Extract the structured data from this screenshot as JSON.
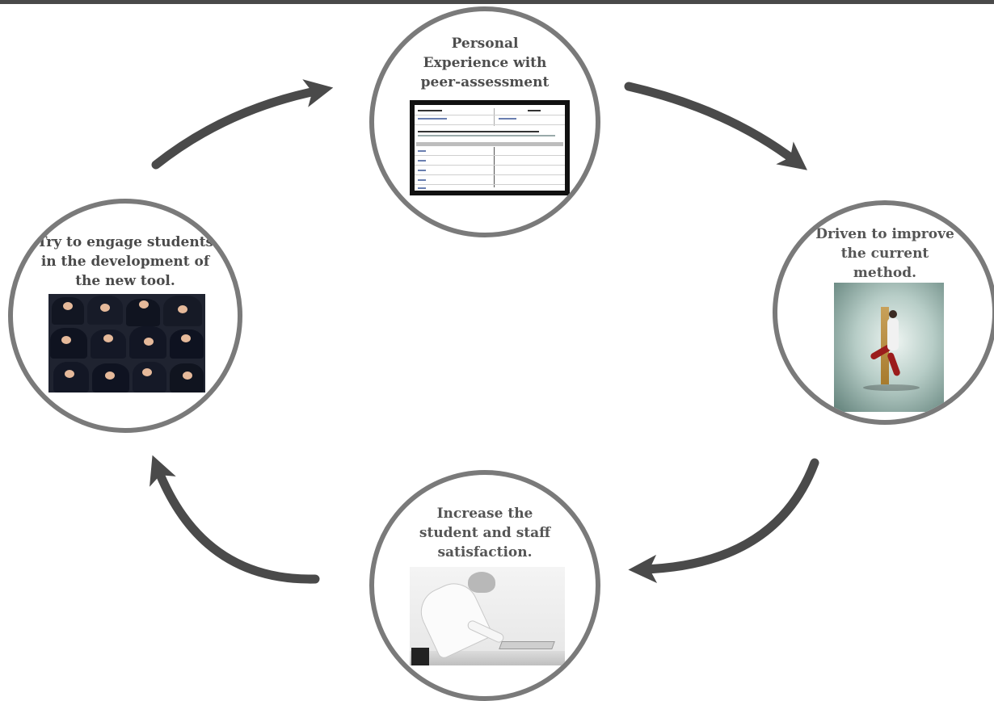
{
  "diagram": {
    "type": "cycle",
    "nodes": [
      {
        "id": "top",
        "label": "Personal\nExperience with\npeer-assessment",
        "image": "peer-assessment-form-screenshot"
      },
      {
        "id": "right",
        "label": "Driven to improve\nthe current\nmethod.",
        "image": "person-stepping-through-door"
      },
      {
        "id": "bottom",
        "label": "Increase the\nstudent and staff\nsatisfaction.",
        "image": "woman-working-on-laptop"
      },
      {
        "id": "left",
        "label": "Try to engage students\nin the development of\nthe new tool.",
        "image": "sleeping-students-in-lecture-hall"
      }
    ],
    "edges": [
      {
        "from": "top",
        "to": "right"
      },
      {
        "from": "right",
        "to": "bottom"
      },
      {
        "from": "bottom",
        "to": "left"
      },
      {
        "from": "left",
        "to": "top"
      }
    ],
    "colors": {
      "ring": "#7a7a7a",
      "arrow": "#4a4a4a",
      "text": "#555555",
      "topbar": "#4a4a4a"
    }
  }
}
